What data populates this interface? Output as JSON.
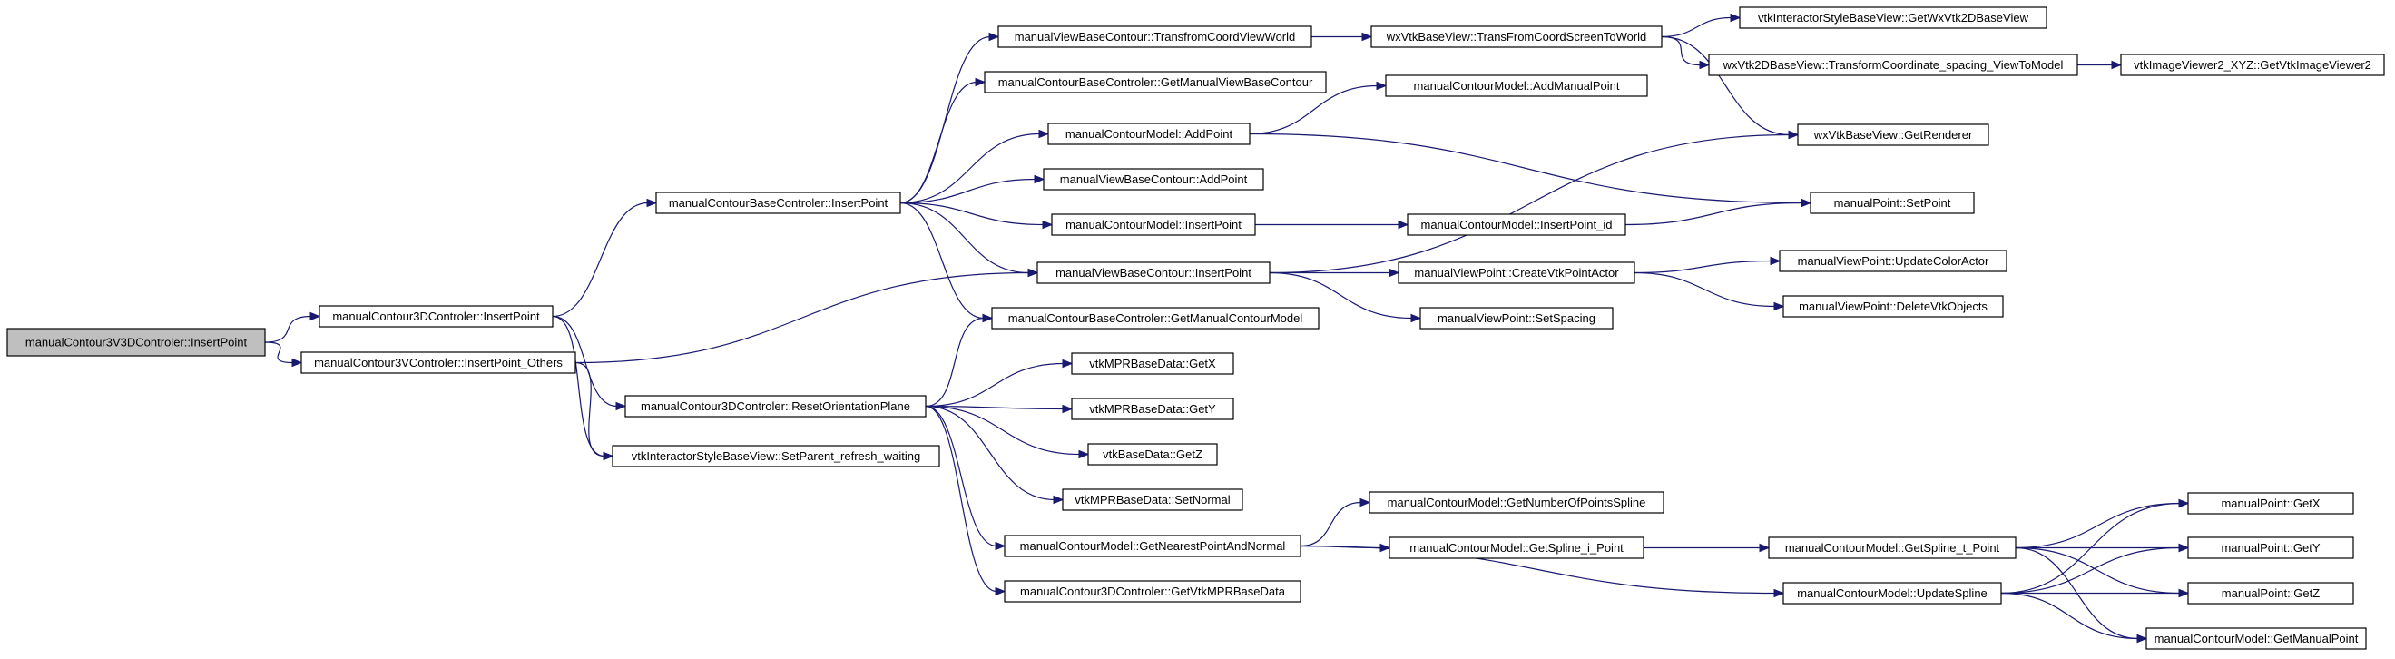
{
  "colors": {
    "edge": "#191970",
    "root_fill": "#bfbfbf",
    "node_fill": "#ffffff",
    "node_border": "#000000"
  },
  "nodes": [
    {
      "id": "n0",
      "label": "manualContour3V3DControler::InsertPoint",
      "root": true
    },
    {
      "id": "n1",
      "label": "manualContour3DControler::InsertPoint"
    },
    {
      "id": "n2",
      "label": "manualContour3VControler::InsertPoint_Others"
    },
    {
      "id": "n3",
      "label": "manualContourBaseControler::InsertPoint"
    },
    {
      "id": "n4",
      "label": "manualContour3DControler::ResetOrientationPlane"
    },
    {
      "id": "n5",
      "label": "vtkInteractorStyleBaseView::SetParent_refresh_waiting"
    },
    {
      "id": "n6",
      "label": "manualViewBaseContour::TransfromCoordViewWorld"
    },
    {
      "id": "n7",
      "label": "manualContourBaseControler::GetManualViewBaseContour"
    },
    {
      "id": "n8",
      "label": "manualContourModel::AddPoint"
    },
    {
      "id": "n9",
      "label": "manualViewBaseContour::AddPoint"
    },
    {
      "id": "n10",
      "label": "manualContourModel::InsertPoint"
    },
    {
      "id": "n11",
      "label": "manualViewBaseContour::InsertPoint"
    },
    {
      "id": "n12",
      "label": "manualContourBaseControler::GetManualContourModel"
    },
    {
      "id": "n13",
      "label": "vtkMPRBaseData::GetX"
    },
    {
      "id": "n14",
      "label": "vtkMPRBaseData::GetY"
    },
    {
      "id": "n15",
      "label": "vtkBaseData::GetZ"
    },
    {
      "id": "n16",
      "label": "vtkMPRBaseData::SetNormal"
    },
    {
      "id": "n17",
      "label": "manualContourModel::GetNearestPointAndNormal"
    },
    {
      "id": "n18",
      "label": "manualContour3DControler::GetVtkMPRBaseData"
    },
    {
      "id": "n19",
      "label": "wxVtkBaseView::TransFromCoordScreenToWorld"
    },
    {
      "id": "n20",
      "label": "manualContourModel::AddManualPoint"
    },
    {
      "id": "n21",
      "label": "manualContourModel::InsertPoint_id"
    },
    {
      "id": "n22",
      "label": "manualViewPoint::CreateVtkPointActor"
    },
    {
      "id": "n23",
      "label": "manualViewPoint::SetSpacing"
    },
    {
      "id": "n24",
      "label": "manualContourModel::GetNumberOfPointsSpline"
    },
    {
      "id": "n25",
      "label": "manualContourModel::GetSpline_i_Point"
    },
    {
      "id": "n26",
      "label": "vtkInteractorStyleBaseView::GetWxVtk2DBaseView"
    },
    {
      "id": "n27",
      "label": "wxVtk2DBaseView::TransformCoordinate_spacing_ViewToModel"
    },
    {
      "id": "n28",
      "label": "wxVtkBaseView::GetRenderer"
    },
    {
      "id": "n29",
      "label": "manualPoint::SetPoint"
    },
    {
      "id": "n30",
      "label": "manualViewPoint::UpdateColorActor"
    },
    {
      "id": "n31",
      "label": "manualViewPoint::DeleteVtkObjects"
    },
    {
      "id": "n32",
      "label": "manualContourModel::GetSpline_t_Point"
    },
    {
      "id": "n33",
      "label": "manualContourModel::UpdateSpline"
    },
    {
      "id": "n34",
      "label": "vtkImageViewer2_XYZ::GetVtkImageViewer2"
    },
    {
      "id": "n35",
      "label": "manualPoint::GetX"
    },
    {
      "id": "n36",
      "label": "manualPoint::GetY"
    },
    {
      "id": "n37",
      "label": "manualPoint::GetZ"
    },
    {
      "id": "n38",
      "label": "manualContourModel::GetManualPoint"
    }
  ],
  "edges": [
    [
      "n0",
      "n1"
    ],
    [
      "n0",
      "n2"
    ],
    [
      "n1",
      "n3"
    ],
    [
      "n1",
      "n4"
    ],
    [
      "n1",
      "n5"
    ],
    [
      "n2",
      "n11"
    ],
    [
      "n2",
      "n5"
    ],
    [
      "n3",
      "n6"
    ],
    [
      "n3",
      "n7"
    ],
    [
      "n3",
      "n8"
    ],
    [
      "n3",
      "n9"
    ],
    [
      "n3",
      "n10"
    ],
    [
      "n3",
      "n11"
    ],
    [
      "n3",
      "n12"
    ],
    [
      "n4",
      "n12"
    ],
    [
      "n4",
      "n13"
    ],
    [
      "n4",
      "n14"
    ],
    [
      "n4",
      "n15"
    ],
    [
      "n4",
      "n16"
    ],
    [
      "n4",
      "n17"
    ],
    [
      "n4",
      "n18"
    ],
    [
      "n6",
      "n19"
    ],
    [
      "n19",
      "n26"
    ],
    [
      "n19",
      "n27"
    ],
    [
      "n19",
      "n28"
    ],
    [
      "n27",
      "n34"
    ],
    [
      "n8",
      "n20"
    ],
    [
      "n8",
      "n29"
    ],
    [
      "n10",
      "n21"
    ],
    [
      "n21",
      "n29"
    ],
    [
      "n11",
      "n28"
    ],
    [
      "n11",
      "n22"
    ],
    [
      "n11",
      "n23"
    ],
    [
      "n22",
      "n30"
    ],
    [
      "n22",
      "n31"
    ],
    [
      "n17",
      "n24"
    ],
    [
      "n17",
      "n25"
    ],
    [
      "n17",
      "n33"
    ],
    [
      "n25",
      "n32"
    ],
    [
      "n32",
      "n35"
    ],
    [
      "n32",
      "n36"
    ],
    [
      "n32",
      "n37"
    ],
    [
      "n32",
      "n38"
    ],
    [
      "n33",
      "n35"
    ],
    [
      "n33",
      "n36"
    ],
    [
      "n33",
      "n37"
    ],
    [
      "n33",
      "n38"
    ]
  ]
}
